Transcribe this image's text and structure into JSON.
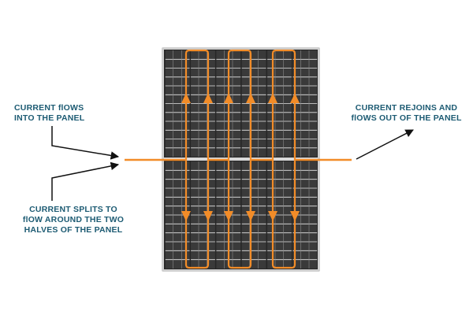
{
  "labels": {
    "current_in": "CURRENT flOWS\nINTO THE PANEL",
    "current_split": "CURRENT SPLITS TO\nflOW AROUND THE TWO\nHALVES OF THE PANEL",
    "current_out": "CURRENT REJOINS AND\nflOWS OUT OF THE PANEL"
  },
  "colors": {
    "current": "#f28c28",
    "text": "#1d5b73",
    "panel_frame": "#cfcfcf",
    "cell": "#3a3a3a",
    "cell_line": "#e6e6e6",
    "pointer": "#111111"
  },
  "panel": {
    "cell_columns": 6,
    "cell_rows_per_half": 12
  }
}
